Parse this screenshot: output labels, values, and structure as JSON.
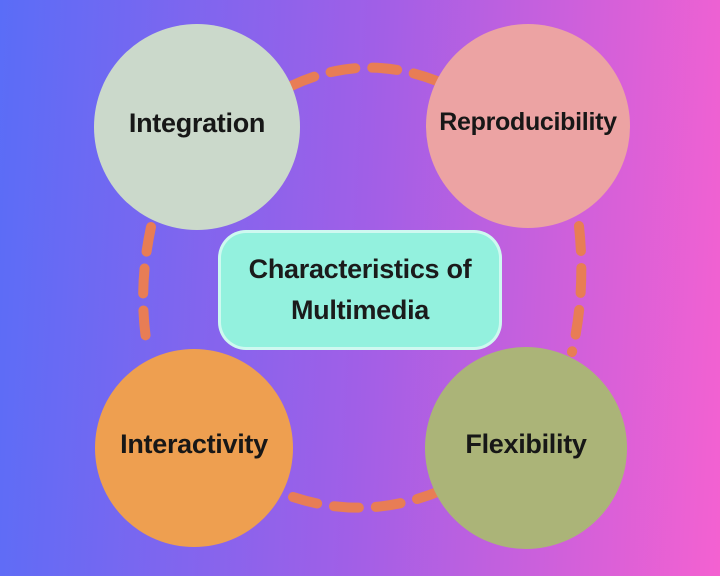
{
  "title": {
    "line1": "Characteristics of",
    "line2": "Multimedia"
  },
  "circles": [
    {
      "id": "integration",
      "label": "Integration",
      "color": "#cbd9cb",
      "position": "top-left"
    },
    {
      "id": "reproducibility",
      "label": "Reproducibility",
      "color": "#eca3a3",
      "position": "top-right"
    },
    {
      "id": "interactivity",
      "label": "Interactivity",
      "color": "#ee9f50",
      "position": "bottom-left"
    },
    {
      "id": "flexibility",
      "label": "Flexibility",
      "color": "#abb478",
      "position": "bottom-right"
    }
  ],
  "connectors": [
    {
      "id": "top",
      "from": "integration",
      "to": "reproducibility",
      "style": "dashed"
    },
    {
      "id": "left",
      "from": "integration",
      "to": "interactivity",
      "style": "dashed"
    },
    {
      "id": "right",
      "from": "reproducibility",
      "to": "flexibility",
      "style": "dashed"
    },
    {
      "id": "bottom",
      "from": "interactivity",
      "to": "flexibility",
      "style": "dashed"
    }
  ],
  "colors": {
    "background_gradient_left": "#5a6df7",
    "background_gradient_mid": "#a05fe7",
    "background_gradient_right": "#f461d1",
    "title_box": "#93f1de",
    "connector_dash": "#e87d55",
    "text": "#1b1b1b"
  }
}
